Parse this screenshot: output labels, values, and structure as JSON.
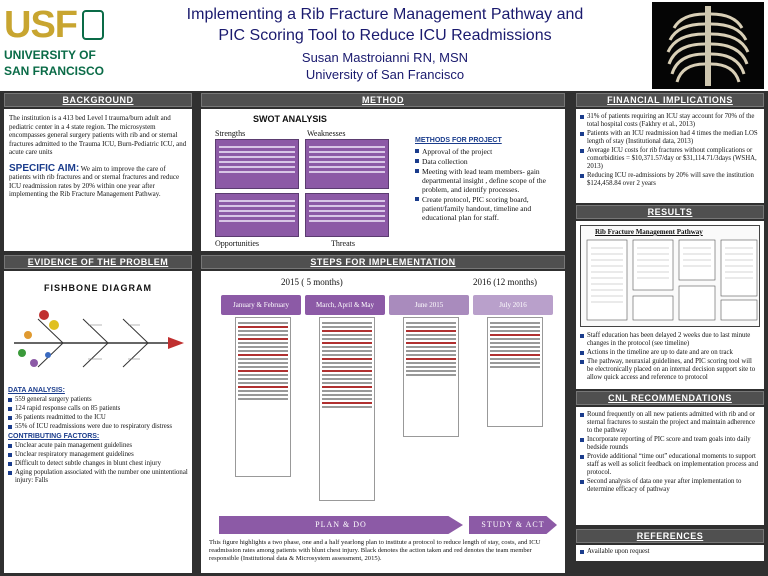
{
  "header": {
    "logo_text": "USF",
    "logo_line1": "UNIVERSITY OF",
    "logo_line2": "SAN FRANCISCO",
    "title_line1": "Implementing a Rib Fracture Management Pathway and",
    "title_line2": "PIC Scoring Tool to Reduce ICU Readmissions",
    "author": "Susan Mastroianni RN, MSN",
    "affiliation": "University of San Francisco"
  },
  "background": {
    "heading": "BACKGROUND",
    "text": "The institution is a 413 bed Level I trauma/burn adult and pediatric center in a 4 state region.  The microsystem encompasses general surgery patients with rib and or sternal fractures admitted to the Trauma ICU, Burn-Pediatric ICU, and acute care units",
    "aim_label": "SPECIFIC AIM:",
    "aim_text": " We aim to improve the care of patients with rib fractures and or sternal fractures and reduce ICU readmission rates by 20% within one year after implementing the Rib Fracture Management Pathway."
  },
  "evidence": {
    "heading": "EVIDENCE OF THE PROBLEM",
    "fishbone_title": "FISHBONE  DIAGRAM",
    "data_label": "DATA ANALYSIS:",
    "data_items": [
      "559 general surgery patients",
      "124 rapid response calls on 85 patients",
      "36 patients readmitted to the ICU",
      "55% of ICU readmissions were due to respiratory distress"
    ],
    "factors_label": "CONTRIBUTING FACTORS:",
    "factors": [
      "Unclear acute pain management guidelines",
      "Unclear respiratory management guidelines",
      "Difficult to detect subtle changes in blunt chest injury",
      "Aging population associated with the number one unintentional injury: Falls"
    ]
  },
  "method": {
    "heading": "METHOD",
    "swot_title": "SWOT ANALYSIS",
    "strengths": "Strengths",
    "weaknesses": "Weaknesses",
    "opportunities": "Opportunities",
    "threats": "Threats",
    "methods_label": "METHODS FOR PROJECT",
    "methods": [
      "Approval of the project",
      "Data collection",
      "Meeting with lead team members- gain departmental insight , define scope of  the  problem, and identify processes.",
      "Create protocol, PIC scoring board, patient/family handout, timeline and educational plan for staff."
    ]
  },
  "steps": {
    "heading": "STEPS FOR IMPLEMENTATION",
    "year1": "2015 ( 5 months)",
    "year2": "2016 (12 months)",
    "months": [
      "January & February",
      "March, April & May",
      "June 2015",
      "July 2016"
    ],
    "plan_label": "PLAN & DO",
    "study_label": "STUDY & ACT",
    "caption": "This figure highlights a two phase, one and a half yearlong plan to institute a protocol to reduce length of stay, costs, and ICU readmission rates among patients with blunt chest injury. Black denotes the action taken and red denotes the team member responsible (Institutional data & Microsystem assessment, 2015)."
  },
  "financial": {
    "heading": "FINANCIAL IMPLICATIONS",
    "items": [
      "31% of patients requiring an ICU stay account for 70% of the total hospital costs (Fakhry et al., 2013)",
      "Patients with an ICU  readmission had 4 times the median LOS length of stay (Institutional data, 2013)",
      "Average ICU costs for rib fractures without complications or comorbidities = $10,371.57/day or $31,114.71/3days (WSHA, 2013)",
      "Reducing ICU re-admissions by 20% will save the institution $124,458.84  over 2 years"
    ]
  },
  "results": {
    "heading": "RESULTS",
    "figure_title": "Rib Fracture Management Pathway",
    "items": [
      "Staff education has been delayed 2 weeks  due to last minute changes in the protocol (see timeline)",
      "Actions in the timeline are up to date and are on track",
      "The pathway, neuraxial guidelines, and PIC scoring tool will be electronically placed on an internal decision support site to allow quick access and reference to protocol"
    ]
  },
  "cnl": {
    "heading": "CNL RECOMMENDATIONS",
    "items": [
      "Round frequently on all new patients admitted with rib and or sternal fractures to sustain the project and maintain adherence to the pathway",
      "Incorporate reporting of PIC score and team goals into daily bedside rounds",
      "Provide  additional “time out” educational moments to support staff as well as solicit feedback on implementation process and protocol.",
      "Second analysis of data one year after implementation to determine efficacy of pathway"
    ]
  },
  "references": {
    "heading": "REFERENCES",
    "items": [
      "Available upon request"
    ]
  }
}
